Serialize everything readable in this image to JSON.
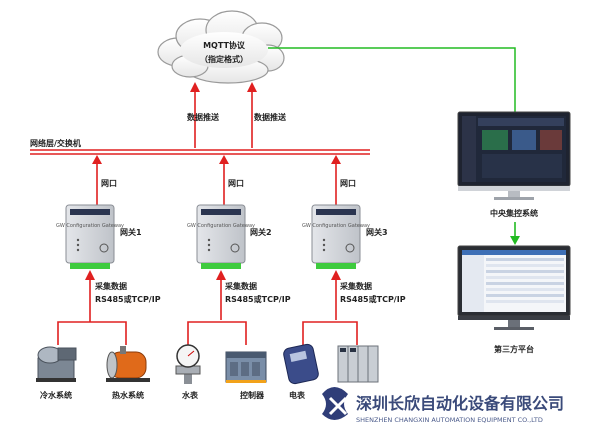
{
  "cloud": {
    "line1": "MQTT协议",
    "line2": "（指定格式）"
  },
  "push": {
    "left": "数据推送",
    "right": "数据推送"
  },
  "network": {
    "label": "网络层/交换机"
  },
  "port_label": "网口",
  "gateways": [
    {
      "name": "网关1",
      "device_label": "GW Configuration Gateway"
    },
    {
      "name": "网关2",
      "device_label": "GW Configuration Gateway"
    },
    {
      "name": "网关3",
      "device_label": "GW Configuration Gateway"
    }
  ],
  "collect": {
    "line1": "采集数据",
    "line2": "RS485或TCP/IP"
  },
  "devices": {
    "cooling": "冷水系统",
    "heating": "热水系统",
    "water_meter": "水表",
    "controller": "控制器",
    "power_meter": "电表"
  },
  "monitors": {
    "central": "中央集控系统",
    "third_party": "第三方平台"
  },
  "company": {
    "name_cn": "深圳长欣自动化设备有限公司",
    "name_en": "SHENZHEN CHANGXIN AUTOMATION EQUIPMENT CO.,LTD"
  },
  "colors": {
    "red": "#e02020",
    "green": "#22bb22",
    "accent": "#3a4a7a"
  }
}
